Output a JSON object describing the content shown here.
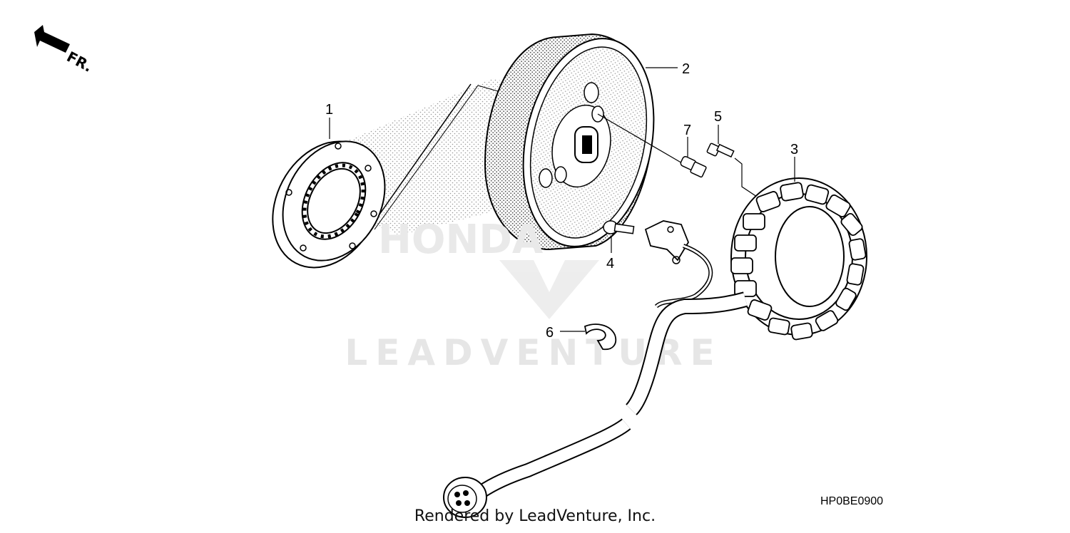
{
  "diagram_code": "HP0BE0900",
  "footer_text": "Rendered by LeadVenture, Inc.",
  "watermark_text": "LEADVENTURE",
  "honda_watermark": "HONDA",
  "direction_label": "FR.",
  "callouts": [
    "1",
    "2",
    "3",
    "4",
    "5",
    "6",
    "7"
  ]
}
